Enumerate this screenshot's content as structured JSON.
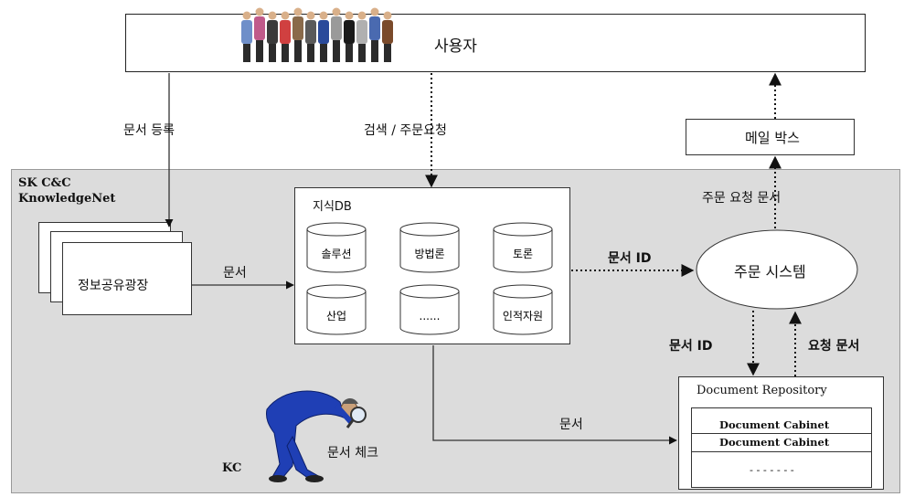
{
  "title": "사용자",
  "mailbox": "메일 박스",
  "org_title": "SK C&C KnowledgeNet",
  "info_square": "정보공유광장",
  "kdb": {
    "title": "지식DB",
    "items": [
      "솔루션",
      "방법론",
      "토론",
      "산업",
      "......",
      "인적자원"
    ]
  },
  "order_system": "주문 시스템",
  "repository": {
    "title": "Document Repository",
    "cabinets": [
      "Document Cabinet",
      "Document Cabinet"
    ],
    "more": "- - - - - - -"
  },
  "labels": {
    "doc_register": "문서 등록",
    "search_order": "검색 / 주문요청",
    "order_request_doc": "주문 요청 문서",
    "doc_to_db": "문서",
    "doc_id_right": "문서 ID",
    "doc_id_down": "문서 ID",
    "req_doc_up": "요청 문서",
    "doc_to_repo": "문서",
    "doc_check": "문서 체크",
    "kc": "KC"
  },
  "colors": {
    "panel": "#dcdcdc",
    "person_suit": "#1f3fb5"
  }
}
